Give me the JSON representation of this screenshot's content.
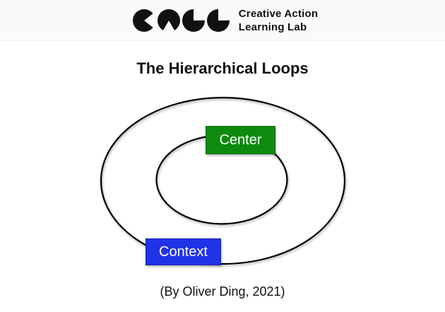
{
  "header": {
    "logo": {
      "icon": "call-pacman-logo-icon",
      "name_line1": "Creative Action",
      "name_line2": "Learning Lab"
    }
  },
  "content": {
    "title": "The Hierarchical Loops",
    "attribution": "(By Oliver Ding, 2021)"
  },
  "diagram": {
    "type": "concentric-loops",
    "inner_loop_label": "Center",
    "outer_loop_label": "Context",
    "inner_label_color": "#0E8B0E",
    "outer_label_color": "#2133E8",
    "loop_stroke_color": "#000000",
    "label_text_color": "#FFFFFF"
  }
}
